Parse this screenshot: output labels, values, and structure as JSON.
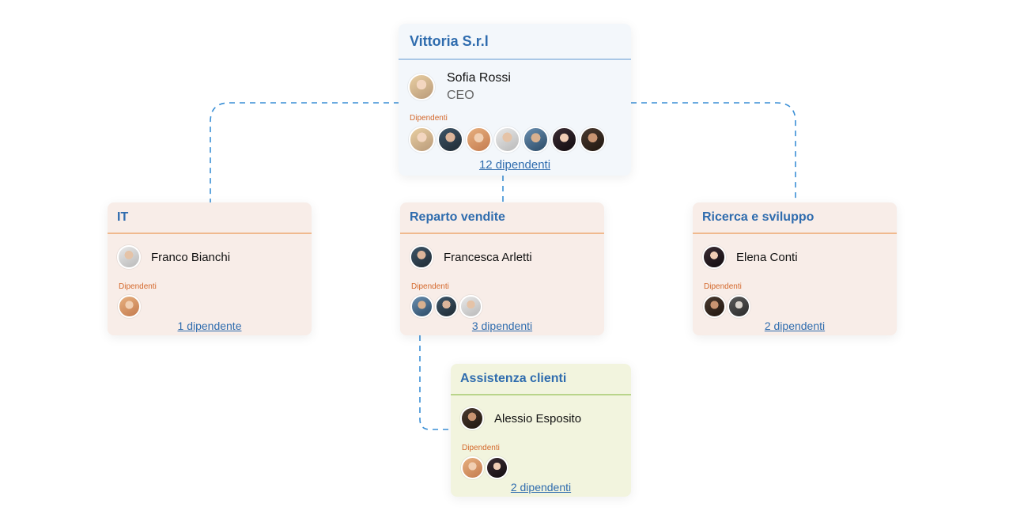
{
  "accent": "#2f6cae",
  "connector_color": "#3a8fd6",
  "nodes": {
    "root": {
      "title": "Vittoria S.r.l",
      "manager": {
        "name": "Sofia Rossi",
        "role": "CEO",
        "avatar": "avatar-blonde-woman"
      },
      "dep_label": "Dipendenti",
      "avatars": [
        "avatar-1",
        "avatar-2",
        "avatar-3",
        "avatar-4",
        "avatar-5",
        "avatar-6",
        "avatar-7"
      ],
      "count": "12 dipendenti",
      "colors": {
        "bg": "#f3f7fb",
        "line": "#a9c7e6"
      }
    },
    "it": {
      "title": "IT",
      "manager": {
        "name": "Franco Bianchi",
        "avatar": "avatar-man-glasses"
      },
      "dep_label": "Dipendenti",
      "avatars": [
        "avatar-1"
      ],
      "count": "1 dipendente",
      "colors": {
        "bg": "#f8ede8",
        "line": "#f0b98e"
      }
    },
    "sales": {
      "title": "Reparto vendite",
      "manager": {
        "name": "Francesca Arletti",
        "avatar": "avatar-blonde-woman"
      },
      "dep_label": "Dipendenti",
      "avatars": [
        "avatar-1",
        "avatar-2",
        "avatar-3"
      ],
      "count": "3 dipendenti",
      "colors": {
        "bg": "#f8ede8",
        "line": "#f0b98e"
      }
    },
    "rnd": {
      "title": "Ricerca e sviluppo",
      "manager": {
        "name": "Elena Conti",
        "avatar": "avatar-dark-hair-woman"
      },
      "dep_label": "Dipendenti",
      "avatars": [
        "avatar-1",
        "avatar-2"
      ],
      "count": "2 dipendenti",
      "colors": {
        "bg": "#f8ede8",
        "line": "#f0b98e"
      }
    },
    "support": {
      "title": "Assistenza clienti",
      "manager": {
        "name": "Alessio Esposito",
        "avatar": "avatar-man-beard"
      },
      "dep_label": "Dipendenti",
      "avatars": [
        "avatar-1",
        "avatar-2"
      ],
      "count": "2 dipendenti",
      "colors": {
        "bg": "#f2f4de",
        "line": "#b9d48a"
      }
    }
  }
}
